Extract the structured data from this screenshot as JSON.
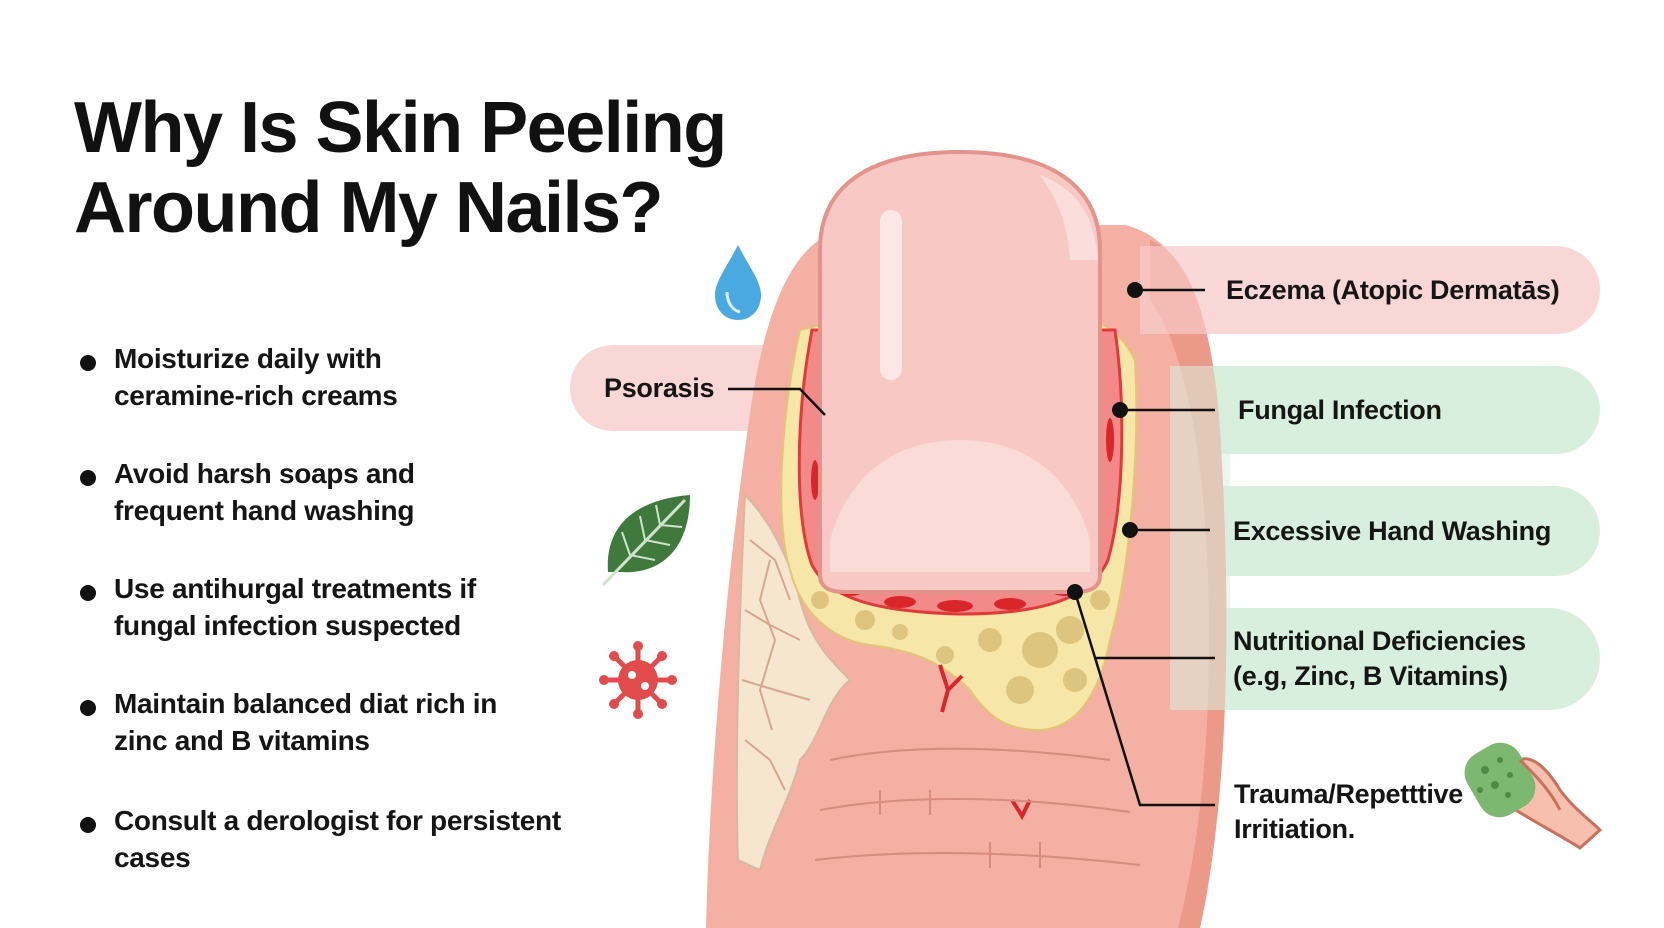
{
  "title": {
    "line1": "Why Is Skin Peeling",
    "line2": "Around My Nails?"
  },
  "tips": [
    "Moisturize daily with\nceramine-rich creams",
    "Avoid harsh soaps and\nfrequent hand washing",
    "Use antihurgal treatments if\nfungal infection suspected",
    "Maintain balanced diat rich in\nzinc and B vitamins",
    "Consult a derologist for persistent cases"
  ],
  "causes": {
    "psoriasis": "Psorasis",
    "eczema": "Eczema (Atopic Dermatās)",
    "fungal": "Fungal Infection",
    "washing": "Excessive Hand Washing",
    "nutritional": "Nutritional Deficiencies\n(e.g, Zinc, B Vitamins)",
    "trauma": "Trauma/Repetttive\nIrritiation."
  },
  "icons": [
    "water-drop-icon",
    "leaf-icon",
    "germ-icon",
    "hand-scrub-icon"
  ],
  "colors": {
    "pink_label": "#f9d7d7",
    "green_label": "#d9efdd",
    "skin": "#f4b0a2",
    "nail": "#f8c9c4",
    "inflamed": "#e23a3a",
    "flake": "#f6e6a8"
  }
}
